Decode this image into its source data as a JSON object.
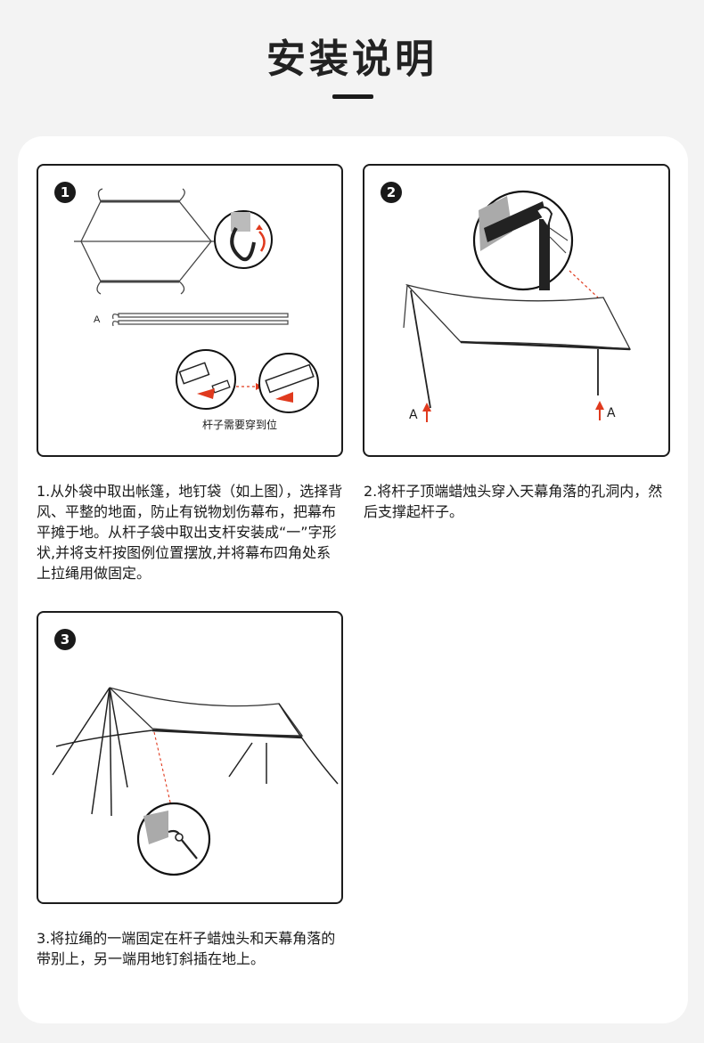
{
  "page": {
    "title": "安装说明"
  },
  "steps": [
    {
      "number": "1",
      "image_label": "杆子需要穿到位",
      "pole_label": "A",
      "description": "1.从外袋中取出帐篷，地钉袋（如上图），选择背风、平整的地面，防止有锐物划伤幕布，把幕布平摊于地。从杆子袋中取出支杆安装成“一”字形状,并将支杆按图例位置摆放,并将幕布四角处系上拉绳用做固定。"
    },
    {
      "number": "2",
      "pole_label_left": "A",
      "pole_label_right": "A",
      "description": "2.将杆子顶端蜡烛头穿入天幕角落的孔洞内，然后支撑起杆子。"
    },
    {
      "number": "3",
      "description": "3.将拉绳的一端固定在杆子蜡烛头和天幕角落的带别上，另一端用地钉斜插在地上。"
    }
  ],
  "colors": {
    "accent": "#e03a1e",
    "ink": "#1a1a1a",
    "card": "#ffffff",
    "background": "#f3f3f3"
  }
}
